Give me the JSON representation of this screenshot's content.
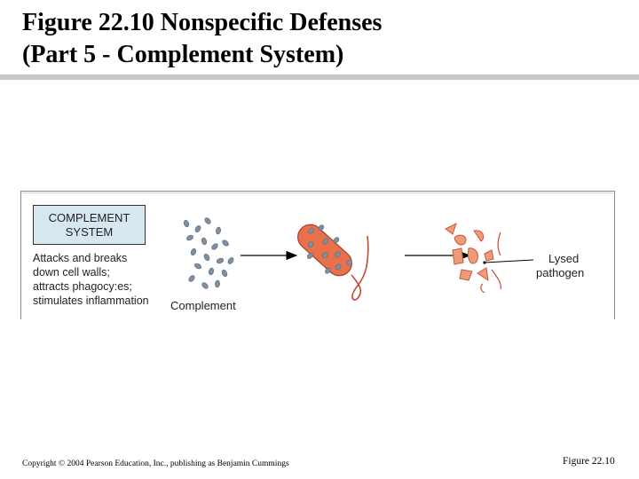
{
  "title": {
    "line1": "Figure 22.10  Nonspecific Defenses",
    "line2": "(Part 5 - Complement System)"
  },
  "figure": {
    "box_label_line1": "COMPLEMENT",
    "box_label_line2": "SYSTEM",
    "description_lines": [
      "Attacks and breaks",
      "down cell walls;",
      "attracts phagocy:es;",
      "stimulates inflammation"
    ],
    "complement_label": "Complement",
    "lysed_label_line1": "Lysed",
    "lysed_label_line2": "pathogen",
    "colors": {
      "box_fill": "#d7e7f0",
      "complement_molecules": "#7f8f9f",
      "bacterium_fill": "#e8704a",
      "bacterium_stroke": "#a8402a",
      "flagellum": "#c24a32",
      "arrow": "#000000"
    }
  },
  "footer": {
    "copyright": "Copyright © 2004 Pearson Education, Inc., publishing as Benjamin Cummings",
    "figure_number": "Figure 22.10"
  }
}
